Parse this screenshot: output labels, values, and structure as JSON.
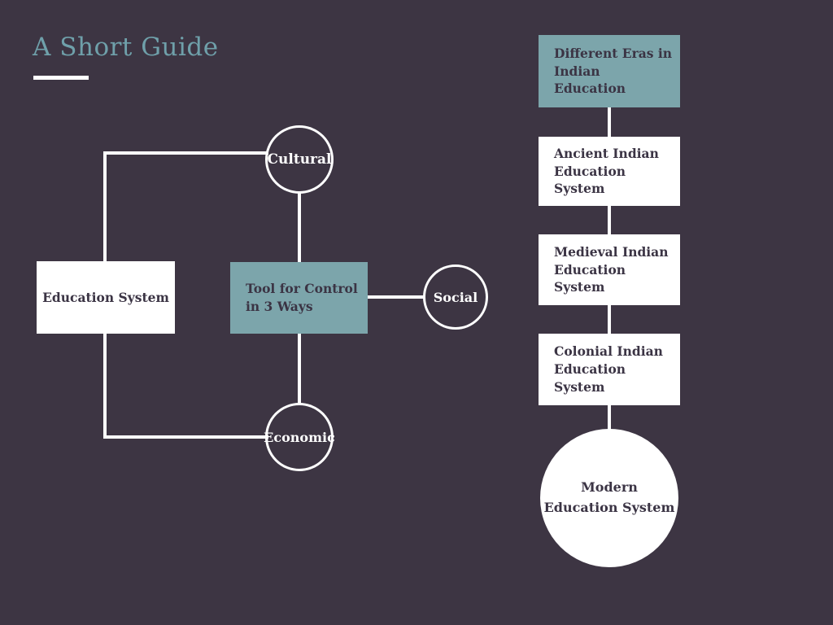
{
  "slide": {
    "title": "A Short Guide",
    "colors": {
      "background": "#3d3543",
      "teal": "#7ca5ab",
      "white": "#ffffff",
      "dark_text": "#3b3444",
      "title_text": "#6fa0aa"
    }
  },
  "control_diagram": {
    "education_box": {
      "label": "Education System"
    },
    "tool_box": {
      "label": "Tool for Control\nin 3 Ways"
    },
    "cultural_circle": {
      "label": "Cultural"
    },
    "social_circle": {
      "label": "Social"
    },
    "economic_circle": {
      "label": "Economic"
    }
  },
  "eras_flow": {
    "header_box": {
      "label": "Different Eras in\nIndian Education"
    },
    "ancient_box": {
      "label": "Ancient Indian\nEducation System"
    },
    "medieval_box": {
      "label": "Medieval Indian\nEducation System"
    },
    "colonial_box": {
      "label": "Colonial Indian\nEducation System"
    },
    "modern_circle": {
      "label": "Modern\nEducation System"
    }
  }
}
